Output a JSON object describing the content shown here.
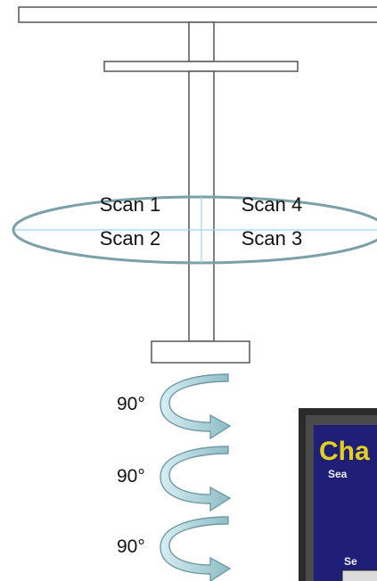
{
  "scan_labels": {
    "top_left": "Scan 1",
    "top_right": "Scan 4",
    "bottom_left": "Scan 2",
    "bottom_right": "Scan 3"
  },
  "rotations": [
    {
      "label": "90°"
    },
    {
      "label": "90°"
    },
    {
      "label": "90°"
    }
  ],
  "screen": {
    "title": "Cha",
    "subtitle": "Sea",
    "footer": "Se"
  },
  "colors": {
    "ellipse": "#7aa0a8",
    "crosshair": "#9fd6e6",
    "arrow_fill": "#a9d2da",
    "arrow_stroke": "#6e9aa4",
    "screen_bg": "#1f1f78",
    "screen_title": "#e3cf1e"
  }
}
